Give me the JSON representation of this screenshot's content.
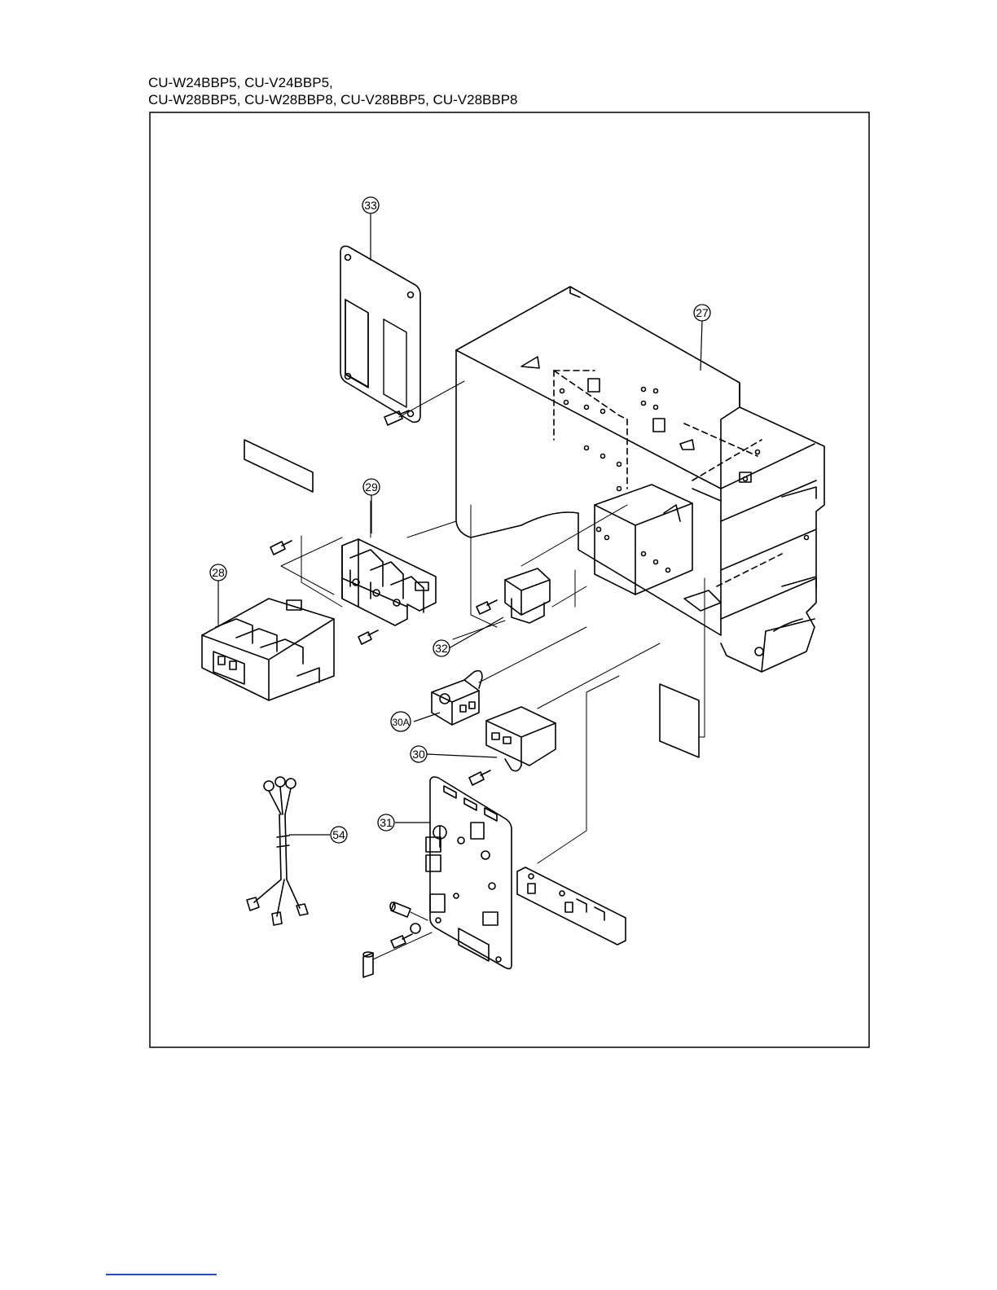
{
  "header": {
    "line1": "CU-W24BBP5, CU-V24BBP5,",
    "line2": "CU-W28BBP5, CU-W28BBP8, CU-V28BBP5, CU-V28BBP8"
  },
  "callouts": {
    "c33": "33",
    "c27": "27",
    "c29": "29",
    "c28": "28",
    "c32": "32",
    "c30A": "30A",
    "c30": "30",
    "c31": "31",
    "c54": "54"
  }
}
